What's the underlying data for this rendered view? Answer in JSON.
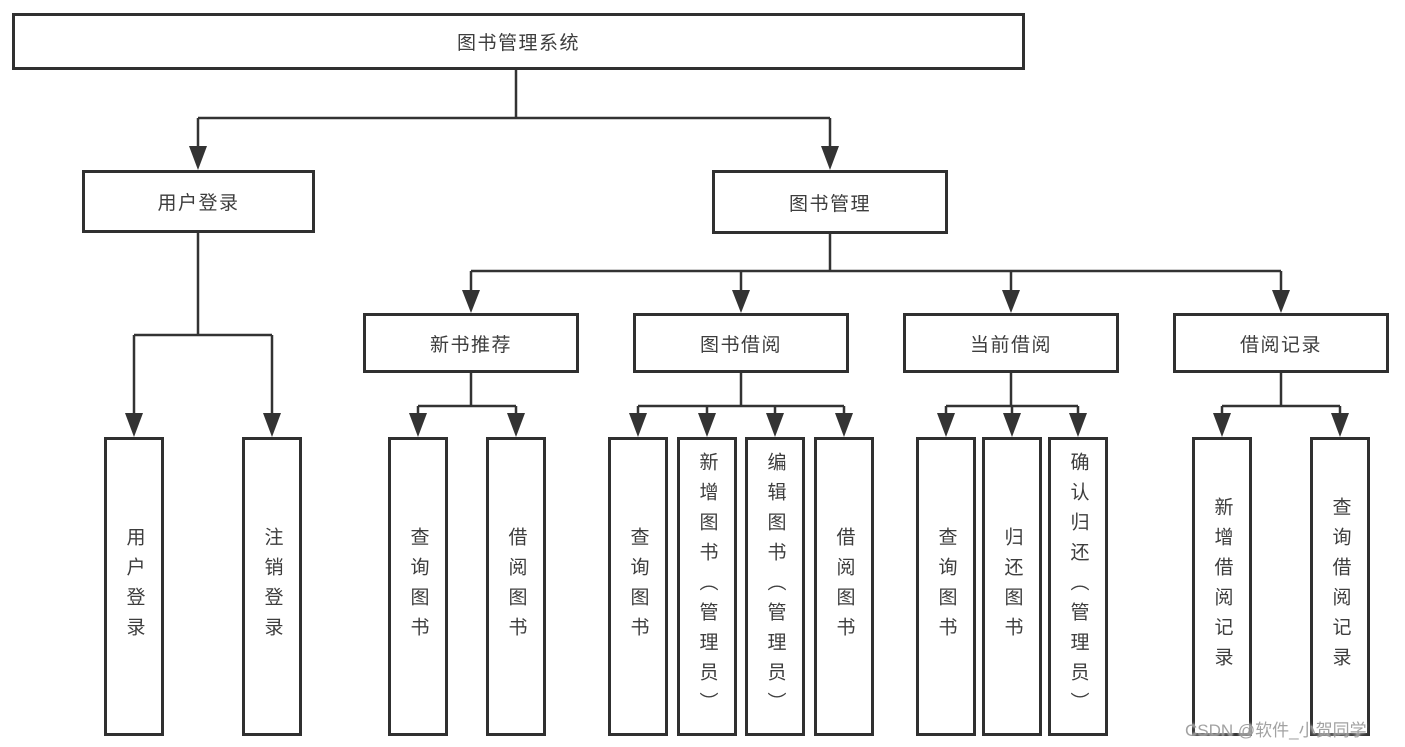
{
  "tree": {
    "label": "图书管理系统",
    "children": [
      {
        "label": "用户登录",
        "children": [
          {
            "label": "用户登录"
          },
          {
            "label": "注销登录"
          }
        ]
      },
      {
        "label": "图书管理",
        "children": [
          {
            "label": "新书推荐",
            "children": [
              {
                "label": "查询图书"
              },
              {
                "label": "借阅图书"
              }
            ]
          },
          {
            "label": "图书借阅",
            "children": [
              {
                "label": "查询图书"
              },
              {
                "label": "新增图书（管理员）"
              },
              {
                "label": "编辑图书（管理员）"
              },
              {
                "label": "借阅图书"
              }
            ]
          },
          {
            "label": "当前借阅",
            "children": [
              {
                "label": "查询图书"
              },
              {
                "label": "归还图书"
              },
              {
                "label": "确认归还（管理员）"
              }
            ]
          },
          {
            "label": "借阅记录",
            "children": [
              {
                "label": "新增借阅记录"
              },
              {
                "label": "查询借阅记录"
              }
            ]
          }
        ]
      }
    ]
  },
  "watermark": "CSDN @软件_小贺同学",
  "colors": {
    "line": "#333333",
    "box_border": "#303030",
    "text": "#3d3d3d",
    "background": "#ffffff",
    "watermark": "#9b9b9b"
  }
}
